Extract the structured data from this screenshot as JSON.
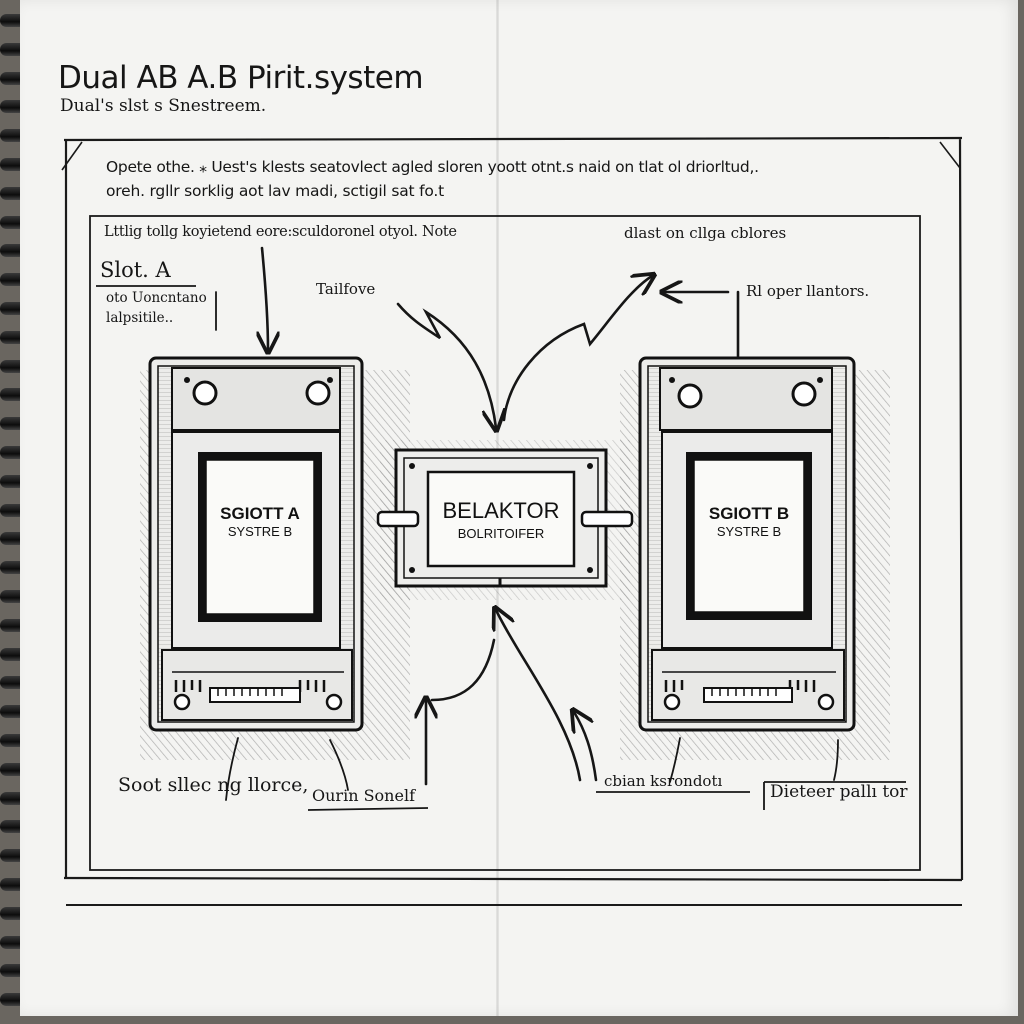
{
  "title": "Dual AB A.B Pirit.system",
  "subtitle": "Dual's slst s Snestreem.",
  "intro": {
    "line1": "Opete othe. ⁎ Uest's klests seatovlect agled sloren yoott otnt.s naid on tlat ol driorltud,.",
    "line2": "oreh. rgllr sorklig aot lav madi, sctigil sat fo.t"
  },
  "inner_header": {
    "left": "Lttlig tollg koyietend eore:sculdoronel otyol. Note",
    "right": "dlast on cllga cblores"
  },
  "slot_a_label": {
    "title": "Slot. A",
    "line1": "oto Uoncntano",
    "line2": "lalpsitile.."
  },
  "right_note": "Rl oper llantors.",
  "failover_label": "Tailfove",
  "device_left": {
    "line1": "SGIOTT A",
    "line2": "SYSTRE B"
  },
  "device_right": {
    "line1": "SGIOTT B",
    "line2": "SYSTRE B"
  },
  "center_box": {
    "line1": "BELAKTOR",
    "line2": "BOLRITOIFER"
  },
  "bottom_labels": {
    "left": "Soot sllec ng llorce,",
    "mid": "Ourin Sonelf",
    "right_a": "cbian ksrondotı",
    "right_b": "Dieteer pallı tor"
  },
  "colors": {
    "ink": "#161616",
    "paper": "#f4f4f2",
    "device_face": "#e8e8e6",
    "screen": "#fafaf8",
    "shading": "#9a9a9a"
  },
  "icons": [
    "spiral-binding",
    "arrow",
    "knob",
    "connector-pin"
  ]
}
